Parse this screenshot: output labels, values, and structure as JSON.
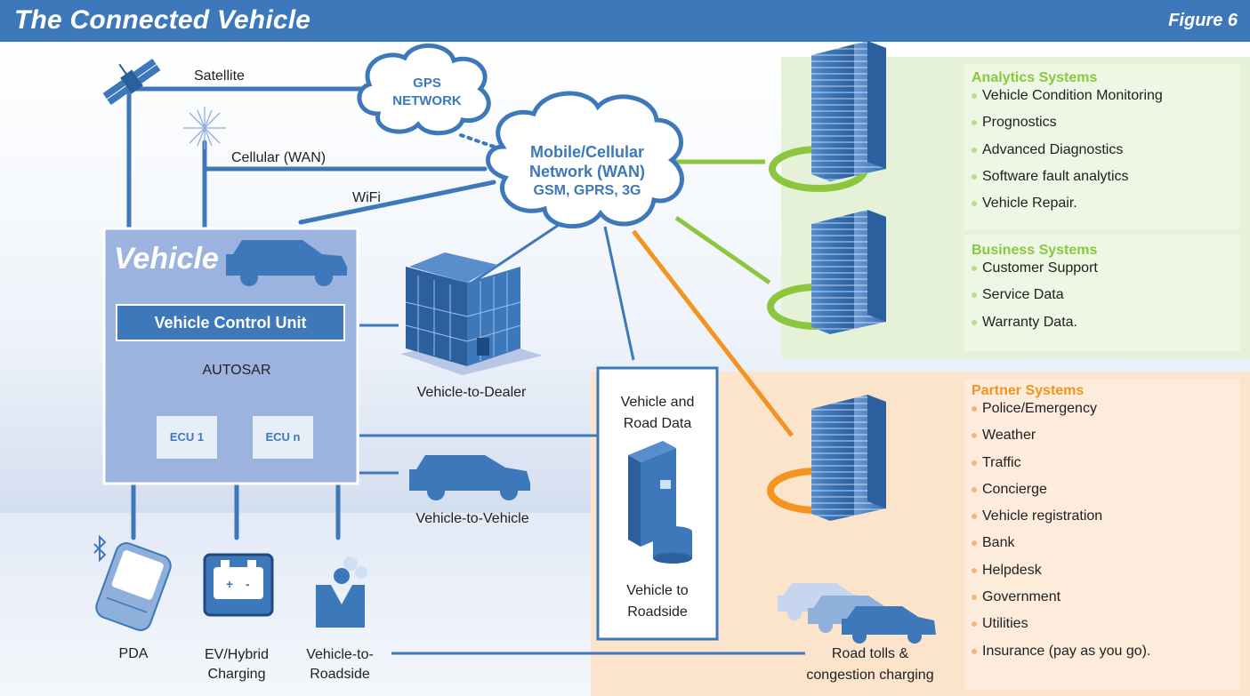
{
  "header": {
    "title": "The Connected Vehicle",
    "figure": "Figure 6"
  },
  "links": {
    "satellite": "Satellite",
    "cellular": "Cellular (WAN)",
    "wifi": "WiFi"
  },
  "gps_cloud": {
    "line1": "GPS",
    "line2": "NETWORK"
  },
  "mobile_cloud": {
    "line1": "Mobile/Cellular",
    "line2": "Network (WAN)",
    "line3": "GSM, GPRS, 3G"
  },
  "vehicle": {
    "title": "Vehicle",
    "control_unit": "Vehicle Control Unit",
    "autosar": "AUTOSAR",
    "ecu1": "ECU 1",
    "ecun": "ECU n"
  },
  "targets": {
    "dealer": "Vehicle-to-Dealer",
    "v2v": "Vehicle-to-Vehicle",
    "road_data_line1": "Vehicle and",
    "road_data_line2": "Road Data",
    "roadside_line1": "Vehicle to",
    "roadside_line2": "Roadside",
    "tolls_line1": "Road tolls &",
    "tolls_line2": "congestion charging"
  },
  "devices": {
    "pda": "PDA",
    "ev_line1": "EV/Hybrid",
    "ev_line2": "Charging",
    "v2r_line1": "Vehicle-to-",
    "v2r_line2": "Roadside"
  },
  "analytics": {
    "title": "Analytics Systems",
    "items": [
      "Vehicle Condition Monitoring",
      "Prognostics",
      "Advanced Diagnostics",
      "Software fault analytics",
      "Vehicle Repair."
    ]
  },
  "business": {
    "title": "Business Systems",
    "items": [
      "Customer Support",
      "Service Data",
      "Warranty Data."
    ]
  },
  "partner": {
    "title": "Partner Systems",
    "items": [
      "Police/Emergency",
      "Weather",
      "Traffic",
      "Concierge",
      "Vehicle registration",
      "Bank",
      "Helpdesk",
      "Government",
      "Utilities",
      "Insurance (pay as you go)."
    ]
  },
  "colors": {
    "blue": "#3d78ba",
    "green": "#8cc63f",
    "orange": "#f39322",
    "green_bg": "#e6f2d8",
    "orange_bg": "#fbe3cc"
  }
}
